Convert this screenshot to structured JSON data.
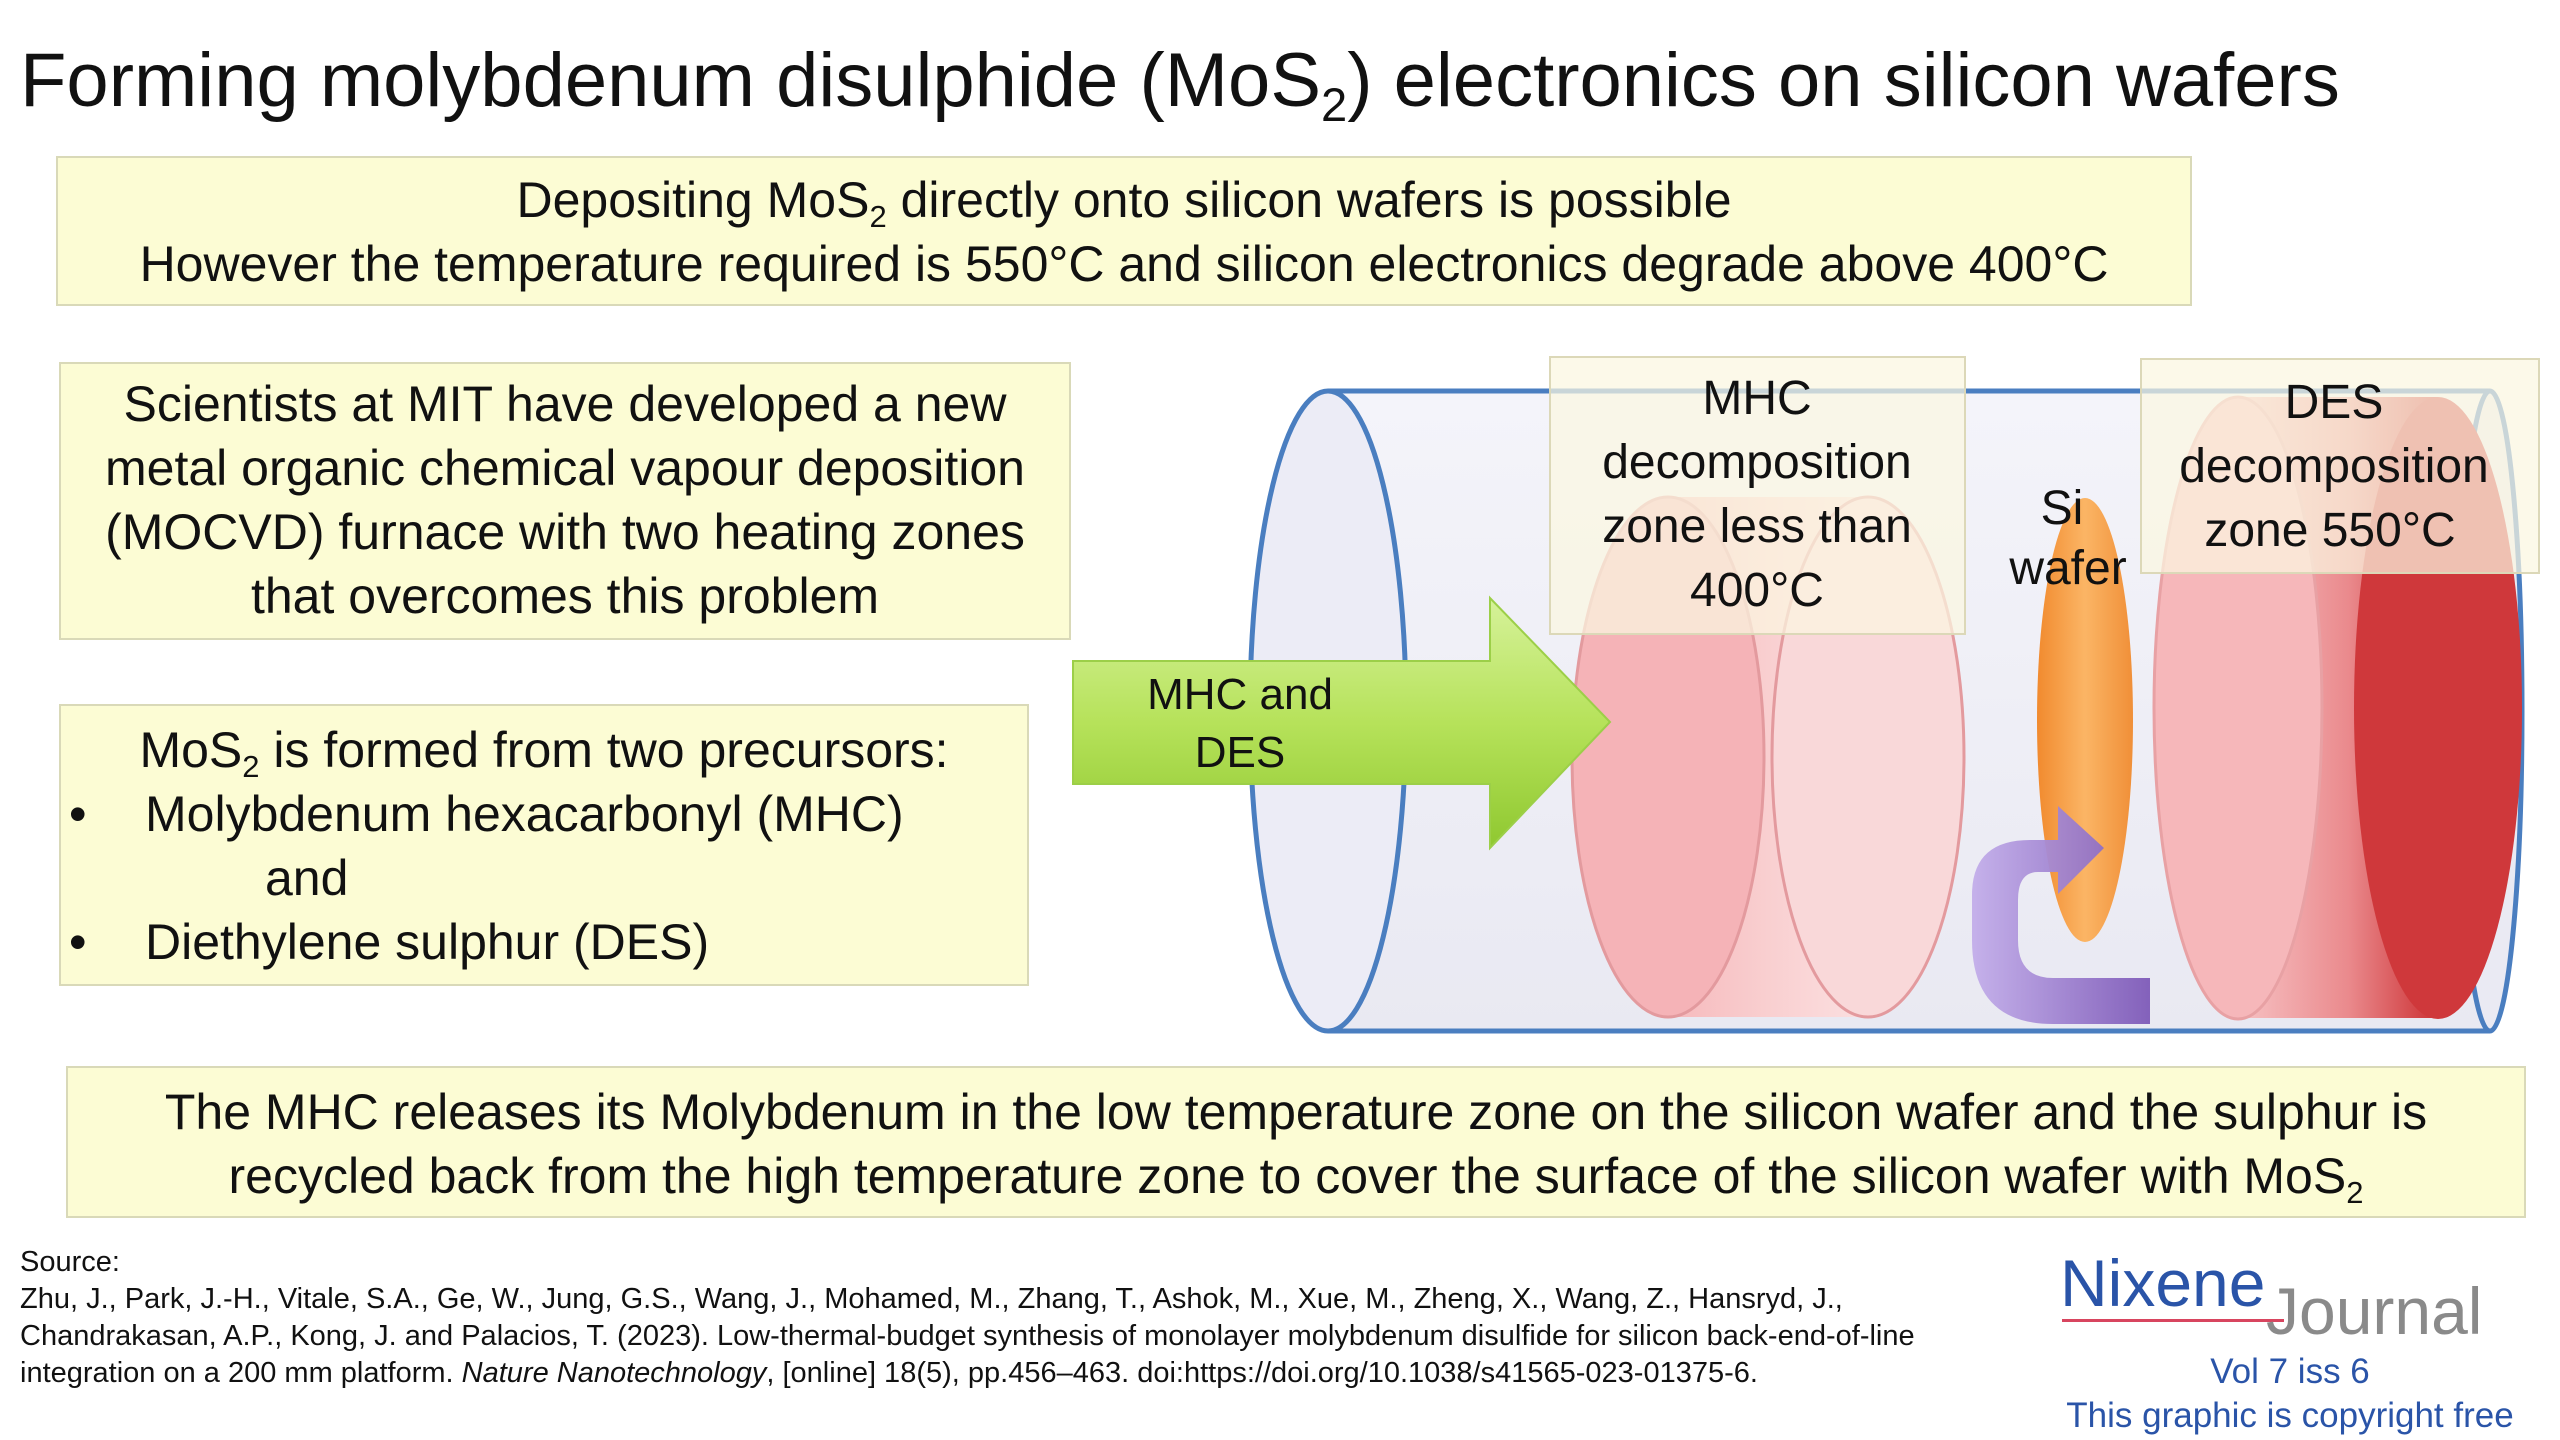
{
  "title": {
    "prefix": "Forming molybdenum disulphide (MoS",
    "sub": "2",
    "suffix": ") electronics on silicon wafers"
  },
  "intro_box": {
    "line1_prefix": "Depositing MoS",
    "line1_sub": "2",
    "line1_suffix": " directly onto silicon wafers is possible",
    "line2": "However the temperature required is 550°C and silicon electronics degrade above 400°C"
  },
  "mit_box": {
    "lines": [
      "Scientists at MIT have developed a new",
      "metal organic chemical vapour deposition",
      "(MOCVD) furnace with two heating zones",
      "that overcomes this problem"
    ]
  },
  "precursor_box": {
    "head_prefix": "MoS",
    "head_sub": "2",
    "head_suffix": " is formed from two precursors:",
    "bullet_marker": "•",
    "item1": "Molybdenum hexacarbonyl (MHC)",
    "and_text": "and",
    "item2": "Diethylene sulphur (DES)"
  },
  "diagram": {
    "arrow_label": [
      "MHC and",
      "DES"
    ],
    "mhc_zone_label": [
      "MHC",
      "decomposition",
      "zone less than",
      "400°C"
    ],
    "wafer_label": [
      "Si",
      "wafer"
    ],
    "des_zone_label": [
      "DES",
      "decomposition",
      "zone 550°C"
    ],
    "colors": {
      "tube_outline": "#4a7ec0",
      "tube_fill": "#f2f2f8",
      "arrow_fill": "#b4e05a",
      "cool_zone": "#f5b5b9",
      "hot_zone": "#d23a3e",
      "wafer": "#f6a64e",
      "recycle_arrow": "#a98bd8"
    }
  },
  "conclusion_box": {
    "line1": "The MHC releases its Molybdenum in the low temperature zone on the silicon wafer and the sulphur is",
    "line2_prefix": "recycled back from the high temperature zone to cover the surface of the silicon wafer with MoS",
    "line2_sub": "2"
  },
  "source": {
    "label": "Source:",
    "ref_part1": "Zhu, J., Park, J.-H., Vitale, S.A., Ge, W., Jung, G.S., Wang, J., Mohamed, M., Zhang, T., Ashok, M., Xue, M., Zheng, X., Wang, Z., Hansryd, J., Chandrakasan, A.P., Kong, J. and Palacios, T. (2023). Low-thermal-budget synthesis of monolayer molybdenum disulfide for silicon back-end-of-line integration on a 200 mm platform. ",
    "journal": "Nature Nanotechnology",
    "ref_part2": ", [online] 18(5), pp.456–463. doi:https://doi.org/10.1038/s41565-023-01375-6."
  },
  "branding": {
    "logo_nixene": "Nixene",
    "logo_journal": "Journal",
    "volume": "Vol 7 iss 6",
    "copyright": "This graphic is copyright free"
  }
}
